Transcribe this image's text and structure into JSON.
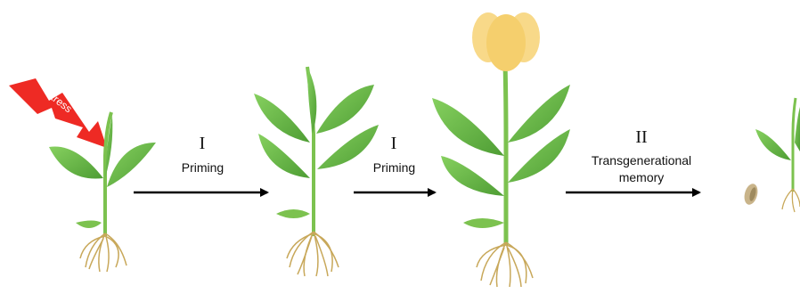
{
  "stress_label": "Stress",
  "steps": [
    {
      "numeral": "I",
      "label": "Priming"
    },
    {
      "numeral": "I",
      "label": "Priming"
    },
    {
      "numeral": "II",
      "label_line1": "Transgenerational",
      "label_line2": "memory"
    }
  ],
  "colors": {
    "leaf": "#6dc04a",
    "leaf_dark": "#4e9d34",
    "stem": "#7cc24f",
    "root": "#c8a85a",
    "flower": "#f7d57c",
    "stress": "#ee2a24",
    "arrow": "#000000",
    "seed": "#c9b48a"
  }
}
